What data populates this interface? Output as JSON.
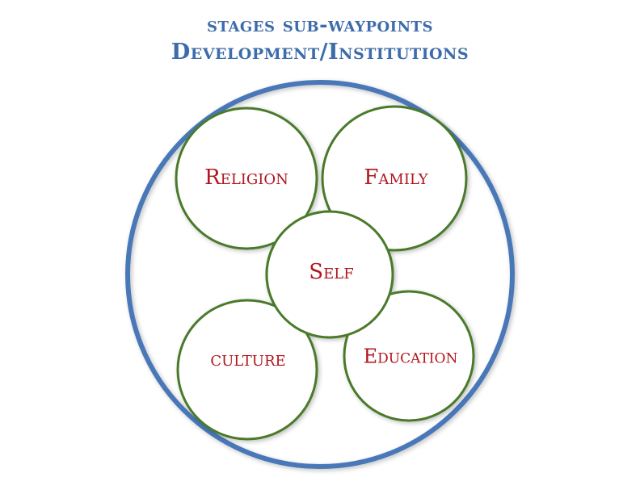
{
  "title": {
    "line1": "stages sub-waypoints",
    "line2": "Development/Institutions"
  },
  "diagram": {
    "outer_circle_color": "#4a78b8",
    "node_ring_color": "#4a7a2a",
    "label_color": "#b0161e",
    "title_color": "#3d6cab",
    "nodes": {
      "religion": "Religion",
      "family": "Family",
      "self": "Self",
      "culture": "culture",
      "education": "Education"
    }
  }
}
